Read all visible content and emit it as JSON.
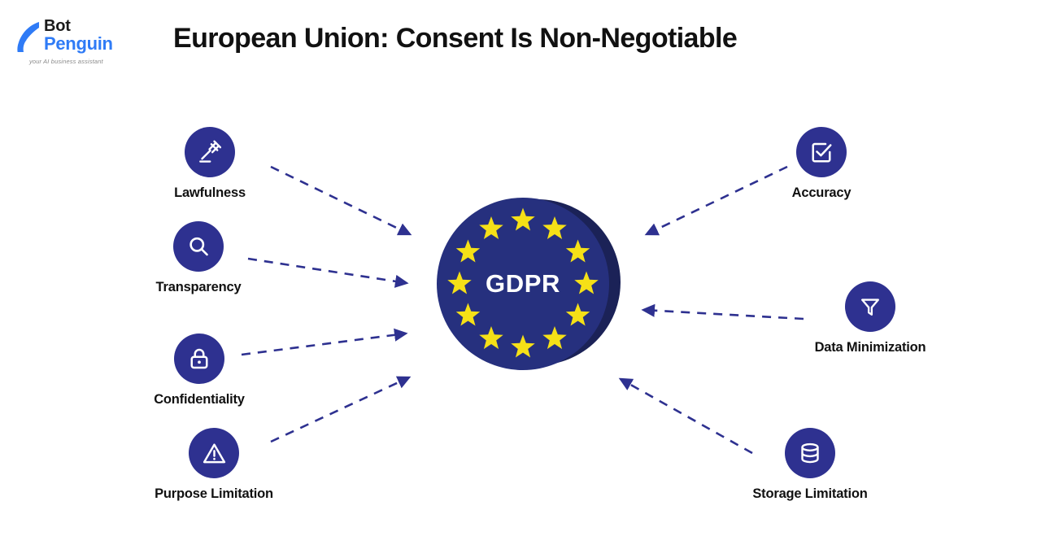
{
  "brand": {
    "name_line1": "Bot",
    "name_line2": "Penguin",
    "tagline": "your AI business assistant",
    "mark_icon": "penguin-icon",
    "accent_color": "#2f7bf6"
  },
  "header": {
    "title": "European Union: Consent Is Non-Negotiable"
  },
  "diagram": {
    "type": "hub-and-spoke",
    "center": {
      "label": "GDPR",
      "icon": "eu-flag-circle-icon",
      "disc_color": "#26307e",
      "shadow_color": "#1b2257",
      "star_color": "#f5e017",
      "star_count": 12,
      "text_color": "#ffffff"
    },
    "arrow_color": "#2e3190",
    "arrow_style": "dashed",
    "arrow_direction": "toward-center",
    "node_circle_color": "#2e3190",
    "node_icon_color": "#ffffff",
    "left_nodes": [
      {
        "label": "Lawfulness",
        "icon": "gavel-icon"
      },
      {
        "label": "Transparency",
        "icon": "search-icon"
      },
      {
        "label": "Confidentiality",
        "icon": "lock-icon"
      },
      {
        "label": "Purpose Limitation",
        "icon": "warning-triangle-icon"
      }
    ],
    "right_nodes": [
      {
        "label": "Accuracy",
        "icon": "checkbox-check-icon"
      },
      {
        "label": "Data Minimization",
        "icon": "funnel-filter-icon"
      },
      {
        "label": "Storage Limitation",
        "icon": "database-icon"
      }
    ]
  },
  "page": {
    "background_color": "#ffffff"
  }
}
